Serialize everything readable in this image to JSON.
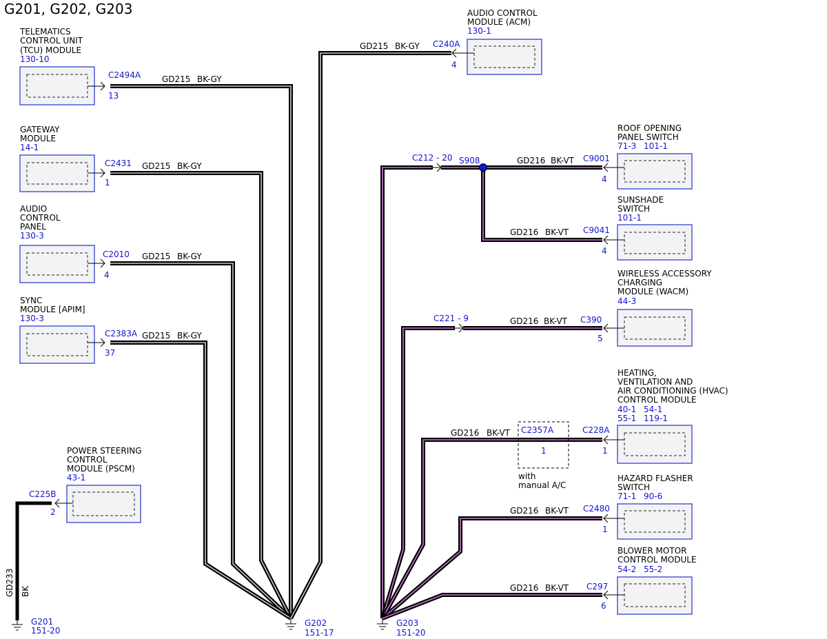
{
  "title": "G201, G202, G203",
  "colors": {
    "wire_text_blue": "#1414d2",
    "module_border": "#4a5ad6",
    "bk_gy_tracer": "#c8c8c8",
    "bk_vt_tracer": "#c878d2"
  },
  "modules": {
    "tcu": {
      "name_lines": [
        "TELEMATICS",
        "CONTROL UNIT",
        "(TCU) MODULE"
      ],
      "ref": "130-10"
    },
    "gwm": {
      "name_lines": [
        "GATEWAY",
        "MODULE"
      ],
      "ref": "14-1"
    },
    "acp": {
      "name_lines": [
        "AUDIO",
        "CONTROL",
        "PANEL"
      ],
      "ref": "130-3"
    },
    "sync": {
      "name_lines": [
        "SYNC",
        "MODULE [APIM]"
      ],
      "ref": "130-3"
    },
    "pscm": {
      "name_lines": [
        "POWER STEERING",
        "CONTROL",
        "MODULE (PSCM)"
      ],
      "ref": "43-1"
    },
    "acm": {
      "name_lines": [
        "AUDIO CONTROL",
        "MODULE (ACM)"
      ],
      "ref": "130-1"
    },
    "roof": {
      "name_lines": [
        "ROOF OPENING",
        "PANEL SWITCH"
      ],
      "ref1": "71-3",
      "ref2": "101-1"
    },
    "sunshade": {
      "name_lines": [
        "SUNSHADE",
        "SWITCH"
      ],
      "ref": "101-1"
    },
    "wacm": {
      "name_lines": [
        "WIRELESS ACCESSORY",
        "CHARGING",
        "MODULE (WACM)"
      ],
      "ref": "44-3"
    },
    "hvac": {
      "name_lines": [
        "HEATING,",
        "VENTILATION AND",
        "AIR CONDITIONING (HVAC)",
        "CONTROL MODULE"
      ],
      "refs_row1": [
        "40-1",
        "54-1"
      ],
      "refs_row2": [
        "55-1",
        "119-1"
      ]
    },
    "hazard": {
      "name_lines": [
        "HAZARD FLASHER",
        "SWITCH"
      ],
      "ref1": "71-1",
      "ref2": "90-6"
    },
    "blower": {
      "name_lines": [
        "BLOWER MOTOR",
        "CONTROL MODULE"
      ],
      "ref1": "54-2",
      "ref2": "55-2"
    }
  },
  "connectors": {
    "c2494a": {
      "id": "C2494A",
      "pin": "13"
    },
    "c2431": {
      "id": "C2431",
      "pin": "1"
    },
    "c2010": {
      "id": "C2010",
      "pin": "4"
    },
    "c2383a": {
      "id": "C2383A",
      "pin": "37"
    },
    "c225b": {
      "id": "C225B",
      "pin": "2"
    },
    "c240a": {
      "id": "C240A",
      "pin": "4"
    },
    "c9001": {
      "id": "C9001",
      "pin": "4"
    },
    "c9041": {
      "id": "C9041",
      "pin": "4"
    },
    "c390": {
      "id": "C390",
      "pin": "5"
    },
    "c228a": {
      "id": "C228A",
      "pin": "1"
    },
    "c2357a": {
      "id": "C2357A",
      "pin": "1"
    },
    "c2480": {
      "id": "C2480",
      "pin": "1"
    },
    "c297": {
      "id": "C297",
      "pin": "6"
    },
    "c212": {
      "id": "C212 - 20"
    },
    "c221": {
      "id": "C221 - 9"
    }
  },
  "splice": {
    "id": "S908"
  },
  "inline_note": [
    "with",
    "manual A/C"
  ],
  "circuits": {
    "gd215": {
      "name": "GD215",
      "color": "BK-GY"
    },
    "gd216": {
      "name": "GD216",
      "color": "BK-VT"
    },
    "gd233": {
      "name": "GD233",
      "color": "BK"
    }
  },
  "grounds": {
    "g201": {
      "id": "G201",
      "ref": "151-20"
    },
    "g202": {
      "id": "G202",
      "ref": "151-17"
    },
    "g203": {
      "id": "G203",
      "ref": "151-20"
    }
  }
}
